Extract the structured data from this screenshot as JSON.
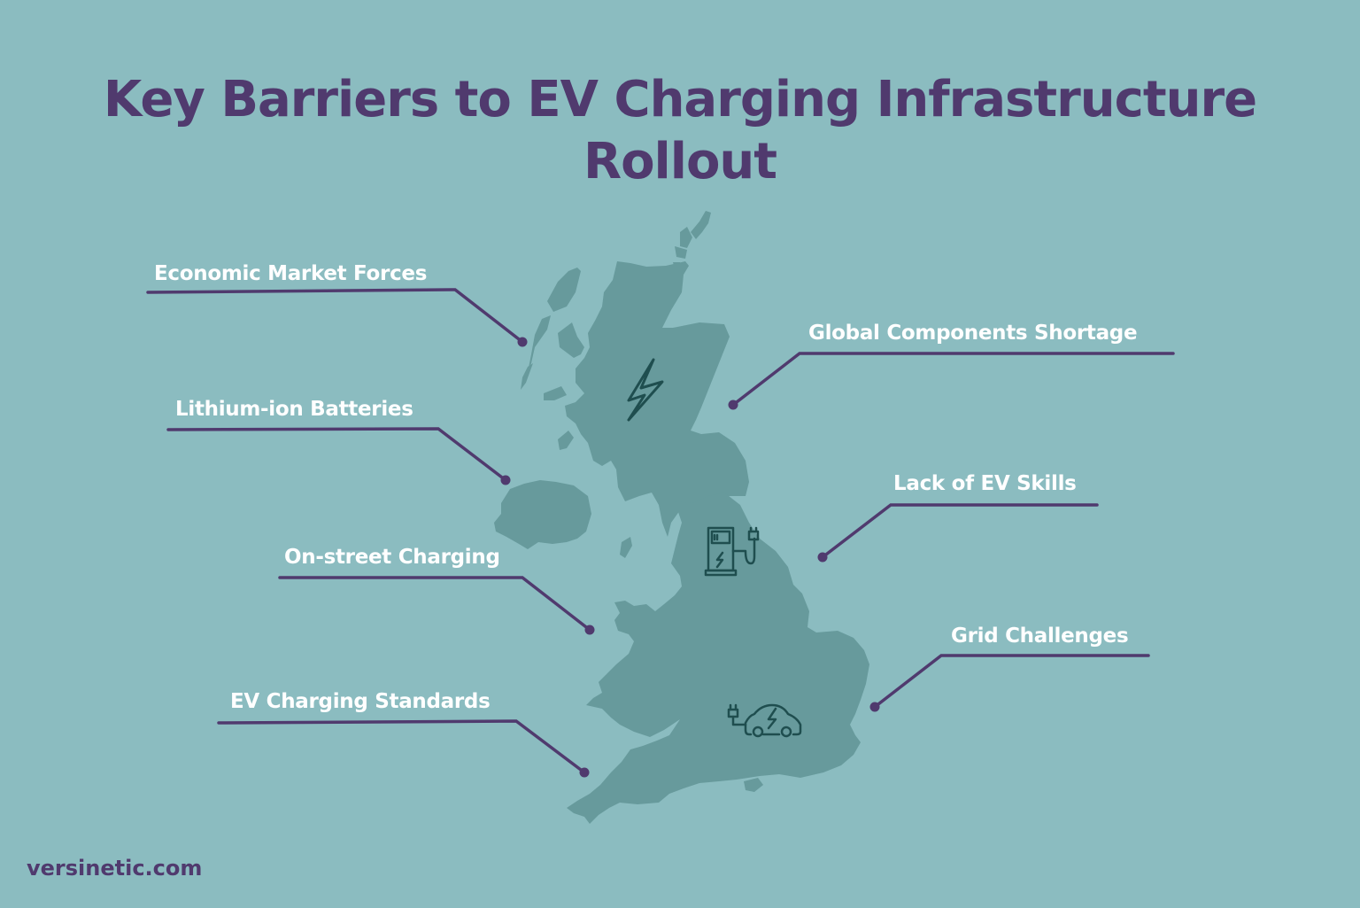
{
  "title": {
    "line1": "Key Barriers to EV Charging Infrastructure",
    "line2": "Rollout"
  },
  "colors": {
    "background": "#8bbcc0",
    "map": "#679a9c",
    "title": "#503a6e",
    "connector": "#503a6e",
    "icon_stroke": "#1f4e4f",
    "label_text": "#ffffff"
  },
  "barriers": [
    {
      "label": "Economic Market Forces",
      "side": "left"
    },
    {
      "label": "Lithium-ion Batteries",
      "side": "left"
    },
    {
      "label": "On-street Charging",
      "side": "left"
    },
    {
      "label": "EV Charging Standards",
      "side": "left"
    },
    {
      "label": "Global Components Shortage",
      "side": "right"
    },
    {
      "label": "Lack of EV Skills",
      "side": "right"
    },
    {
      "label": "Grid Challenges",
      "side": "right"
    }
  ],
  "icons": {
    "scotland": "lightning-bolt-icon",
    "north_england": "charging-station-icon",
    "south_england": "electric-car-icon"
  },
  "footer": {
    "website": "versinetic.com"
  }
}
